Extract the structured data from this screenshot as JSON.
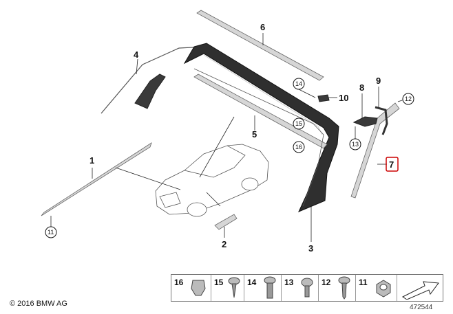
{
  "callouts": {
    "c1": "1",
    "c2": "2",
    "c3": "3",
    "c4": "4",
    "c5": "5",
    "c6": "6",
    "c7": "7",
    "c8": "8",
    "c9": "9",
    "c10": "10",
    "c11": "11",
    "c12": "12",
    "c13": "13",
    "c14": "14",
    "c15": "15",
    "c16": "16"
  },
  "legend": {
    "items": [
      "16",
      "15",
      "14",
      "13",
      "12",
      "11"
    ]
  },
  "footer": {
    "copyright": "© 2016 BMW AG",
    "drawing_number": "472544"
  },
  "colors": {
    "highlight": "#cc0000"
  }
}
